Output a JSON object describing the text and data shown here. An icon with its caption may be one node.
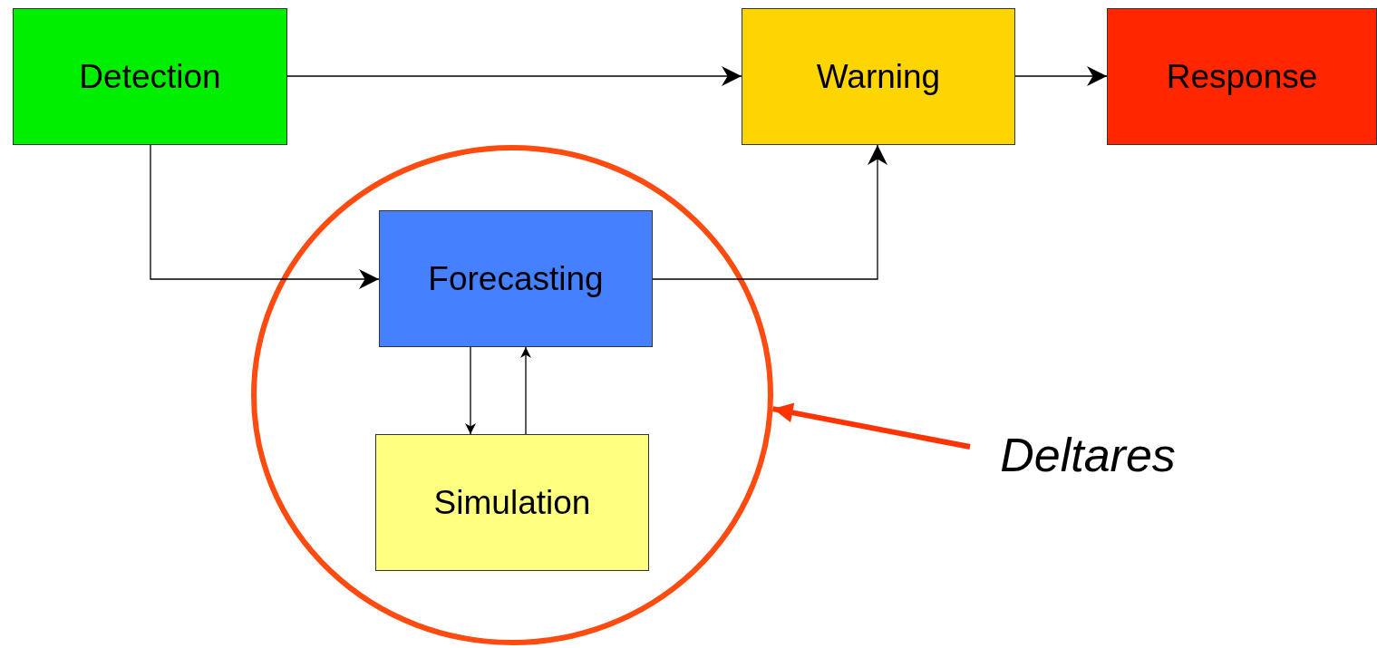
{
  "diagram": {
    "nodes": [
      {
        "text": [
          "Detection"
        ]
      },
      {
        "text": [
          "Warning"
        ]
      },
      {
        "text": [
          "Response"
        ]
      },
      {
        "text": [],
        "shape": "circle"
      },
      {
        "text": [
          "Forecasting"
        ],
        "in": 3
      },
      {
        "text": [
          "Simulation"
        ],
        "in": 3
      },
      {
        "text": [
          "Deltares"
        ]
      }
    ],
    "edges": [
      {
        "from": 0,
        "to": 1,
        "arrow": "to"
      },
      {
        "from": 1,
        "to": 2,
        "arrow": "to"
      },
      {
        "from": 0,
        "to": 4,
        "arrow": "to"
      },
      {
        "from": 4,
        "to": 1,
        "arrow": "to"
      },
      {
        "from": 4,
        "to": 5,
        "arrow": "to"
      },
      {
        "from": 5,
        "to": 4,
        "arrow": "to"
      },
      {
        "from": 6,
        "to": 3,
        "arrow": "to",
        "style": "thick",
        "color": "#ff3300"
      }
    ]
  }
}
